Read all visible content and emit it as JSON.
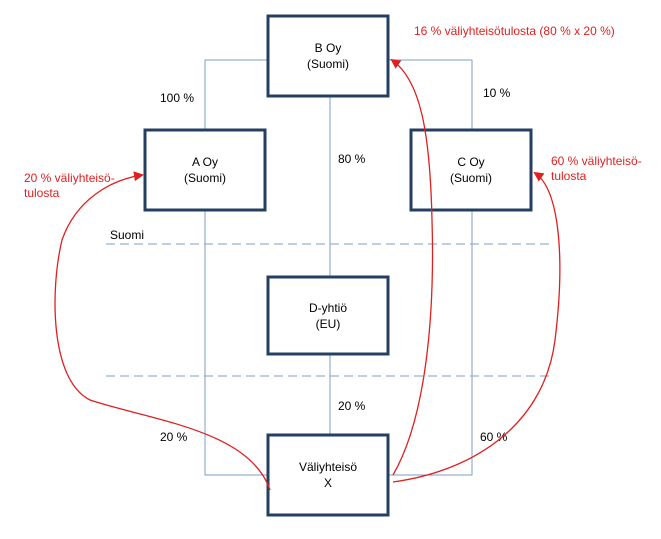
{
  "colors": {
    "box_border": "#243f60",
    "connector": "#7f9fc7",
    "dashed": "#7f9fc7",
    "annotation": "#e02020",
    "text": "#000000"
  },
  "entities": {
    "b": {
      "name": "B Oy",
      "country": "(Suomi)"
    },
    "a": {
      "name": "A Oy",
      "country": "(Suomi)"
    },
    "c": {
      "name": "C Oy",
      "country": "(Suomi)"
    },
    "d": {
      "name": "D-yhtiö",
      "country": "(EU)"
    },
    "x": {
      "name": "Väliyhteisö",
      "country": "X"
    }
  },
  "ownership": {
    "b_to_a": "100 %",
    "b_to_c": "10 %",
    "b_to_d": "80 %",
    "d_to_x": "20 %",
    "a_to_x": "20 %",
    "c_to_x": "60 %"
  },
  "region_label": "Suomi",
  "annotations": {
    "b_income": "16 % väliyhteisötulosta (80 % x 20 %)",
    "a_income_line1": "20 % väliyhteisö-",
    "a_income_line2": "tulosta",
    "c_income_line1": "60 % väliyhteisö-",
    "c_income_line2": "tulosta"
  }
}
